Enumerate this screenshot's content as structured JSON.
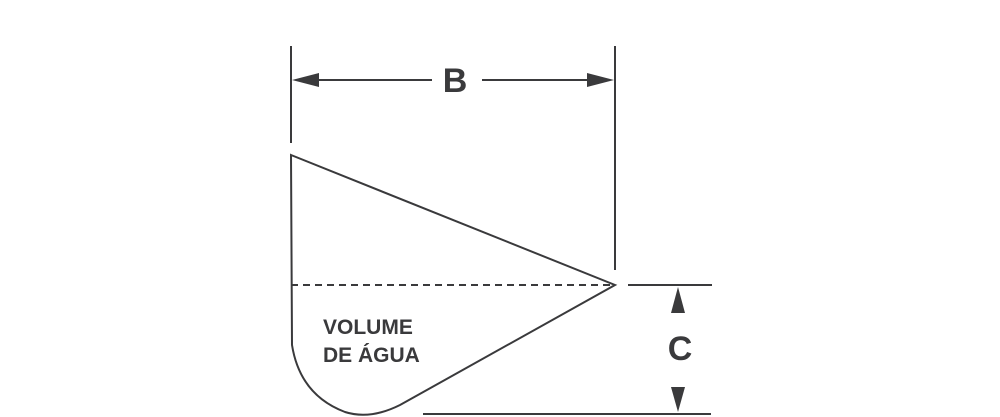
{
  "diagram": {
    "type": "dimension-drawing",
    "stroke_color": "#3a3a3c",
    "background": "#ffffff",
    "dimensions": {
      "width_label": "B",
      "height_label": "C"
    },
    "region_label": {
      "line1": "VOLUME",
      "line2": "DE ÁGUA"
    }
  }
}
